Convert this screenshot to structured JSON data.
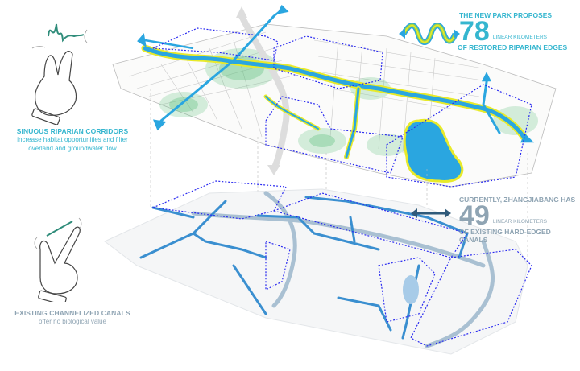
{
  "top_layer": {
    "stat": {
      "heading": "THE NEW PARK PROPOSES",
      "number": "78",
      "unit": "LINEAR KILOMETERS",
      "footer": "OF RESTORED RIPARIAN EDGES",
      "color": "#35b6cf"
    },
    "legend": {
      "title": "SINUOUS RIPARIAN CORRIDORS",
      "description_line1": "increase habitat opportunities and filter",
      "description_line2": "overland and groundwater flow",
      "icon": "hand-wave-sinuous-icon"
    }
  },
  "bottom_layer": {
    "stat": {
      "heading": "CURRENTLY, ZHANGJIABANG HAS",
      "number": "49",
      "unit": "LINEAR KILOMETERS",
      "footer": "OF EXISTING HARD-EDGED CANALS",
      "color": "#8fa4b3"
    },
    "legend": {
      "title": "EXISTING CHANNELIZED CANALS",
      "description_line1": "offer no biological value",
      "icon": "hand-straight-line-icon"
    }
  },
  "colors": {
    "water": "#2aa6e0",
    "riparian_edge": "#e8ea2a",
    "habitat_halo": "#5cbf7a",
    "canal": "#3a8fd0",
    "boundary_dash": "#2a2af0",
    "grey_canal": "#a9c0d2"
  }
}
